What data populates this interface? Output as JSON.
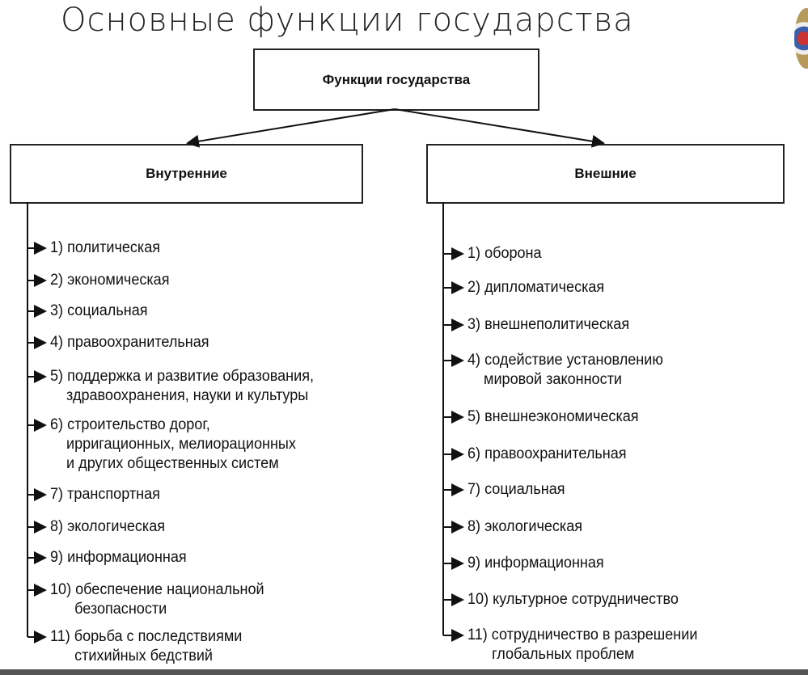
{
  "title": "Основные функции государства",
  "root": "Функции государства",
  "internal": {
    "heading": "Внутренние",
    "items": [
      "1) политическая",
      "2) экономическая",
      "3) социальная",
      "4) правоохранительная",
      "5) поддержка и развитие образования,\n    здравоохранения, науки и культуры",
      "6) строительство дорог,\n    ирригационных, мелиорационных\n    и других общественных систем",
      "7) транспортная",
      "8) экологическая",
      "9) информационная",
      "10) обеспечение национальной\n      безопасности",
      "11) борьба с последствиями\n      стихийных бедствий"
    ]
  },
  "external": {
    "heading": "Внешние",
    "items": [
      "1) оборона",
      "2) дипломатическая",
      "3) внешнеполитическая",
      "4) содействие установлению\n    мировой законности",
      "5) внешнеэкономическая",
      "6) правоохранительная",
      "7) социальная",
      "8) экологическая",
      "9) информационная",
      "10) культурное сотрудничество",
      "11) сотрудничество в разрешении\n      глобальных проблем"
    ]
  }
}
